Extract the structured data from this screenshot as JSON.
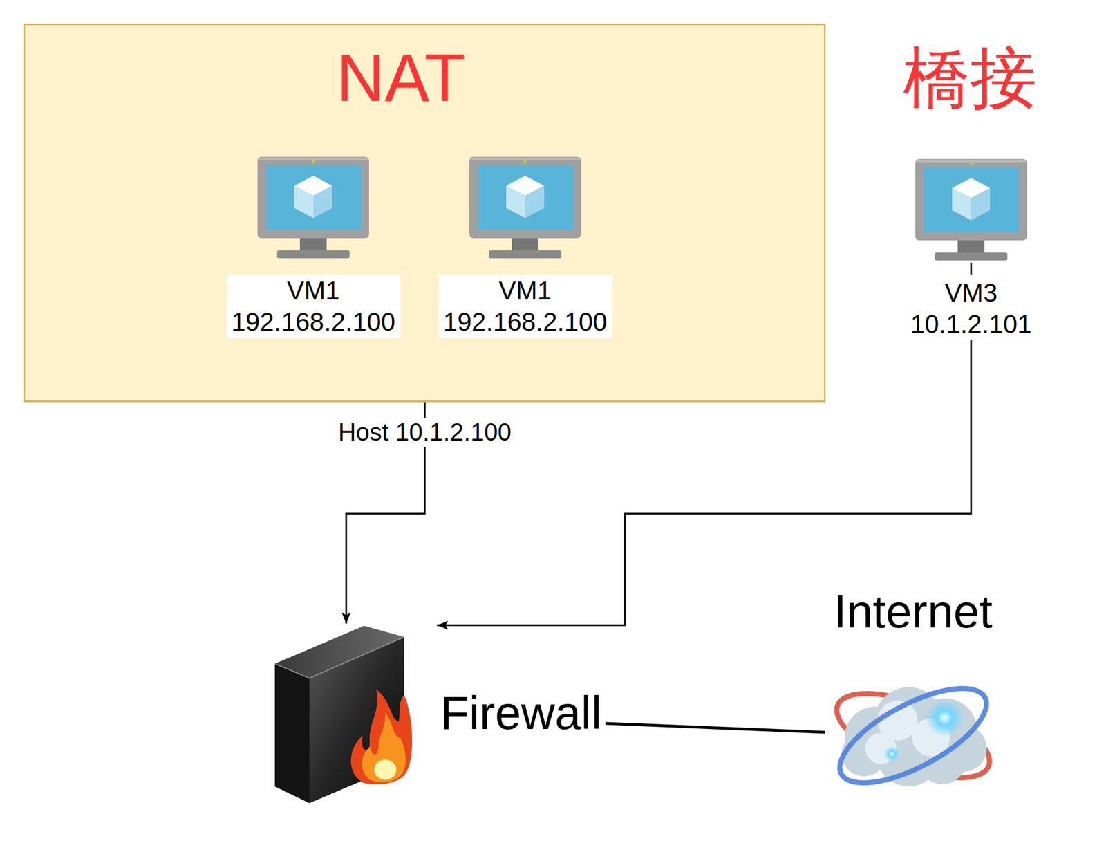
{
  "diagram": {
    "nodes": [
      {
        "text": [
          "NAT"
        ]
      },
      {
        "text": [
          "VM1",
          "192.168.2.100"
        ],
        "in": 0
      },
      {
        "text": [
          "VM1",
          "192.168.2.100"
        ],
        "in": 0
      },
      {
        "text": [
          "VM3",
          "10.1.2.101"
        ]
      },
      {
        "text": [
          "Firewall"
        ]
      },
      {
        "text": [
          "Internet"
        ]
      }
    ],
    "edges": [
      {
        "from": 0,
        "to": 4,
        "arrow": "to",
        "label": "Host 10.1.2.100"
      },
      {
        "from": 3,
        "to": 4,
        "arrow": "to"
      },
      {
        "from": 4,
        "to": 5,
        "arrow": "none"
      }
    ],
    "labels": [
      "橋接"
    ]
  }
}
